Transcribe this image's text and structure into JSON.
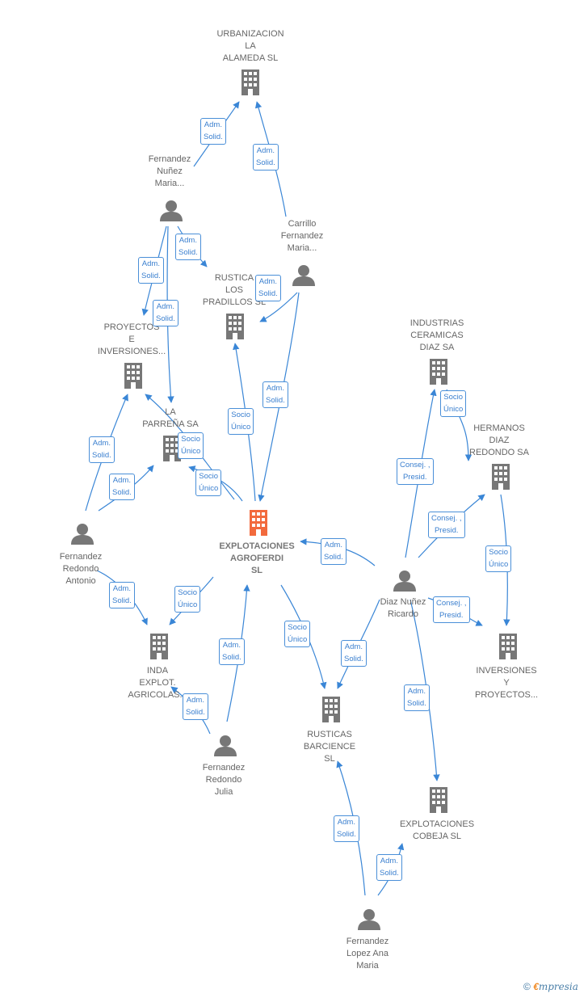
{
  "colors": {
    "edge": "#3a86d6",
    "node": "#777777",
    "main_node": "#f26a3d"
  },
  "nodes": [
    {
      "id": "urbanizacion",
      "label": "URBANIZACION\nLA\nALAMEDA SL",
      "type": "company"
    },
    {
      "id": "fnm",
      "label": "Fernandez\nNuñez\nMaria...",
      "type": "person"
    },
    {
      "id": "carrillo",
      "label": "Carrillo\nFernandez\nMaria...",
      "type": "person"
    },
    {
      "id": "rustica_pradillos",
      "label": "RUSTICA\nLOS\nPRADILLOS SL",
      "type": "company"
    },
    {
      "id": "proyectos_inv",
      "label": "PROYECTOS\nE\nINVERSIONES...",
      "type": "company"
    },
    {
      "id": "la_parrena",
      "label": "LA\nPARREÑA SA",
      "type": "company"
    },
    {
      "id": "industrias",
      "label": "INDUSTRIAS\nCERAMICAS\nDIAZ SA",
      "type": "company"
    },
    {
      "id": "hermanos",
      "label": "HERMANOS\nDIAZ\nREDONDO SA",
      "type": "company"
    },
    {
      "id": "main",
      "label": "EXPLOTACIONES\nAGROFERDI\nSL",
      "type": "company_main"
    },
    {
      "id": "fra",
      "label": "Fernandez\nRedondo\nAntonio",
      "type": "person"
    },
    {
      "id": "diaz_nunez",
      "label": "Diaz Nuñez\nRicardo",
      "type": "person"
    },
    {
      "id": "inda",
      "label": "INDA\nEXPLOT.\nAGRICOLAS...",
      "type": "company"
    },
    {
      "id": "inv_proy",
      "label": "INVERSIONES\nY\nPROYECTOS...",
      "type": "company"
    },
    {
      "id": "rusticas_barcience",
      "label": "RUSTICAS\nBARCIENCE\nSL",
      "type": "company"
    },
    {
      "id": "frj",
      "label": "Fernandez\nRedondo\nJulia",
      "type": "person"
    },
    {
      "id": "cobeja",
      "label": "EXPLOTACIONES\nCOBEJA SL",
      "type": "company"
    },
    {
      "id": "flam",
      "label": "Fernandez\nLopez Ana\nMaria",
      "type": "person"
    }
  ],
  "edges": [
    {
      "from": "fnm",
      "to": "urbanizacion",
      "label": "Adm.\nSolid."
    },
    {
      "from": "carrillo",
      "to": "urbanizacion",
      "label": "Adm.\nSolid."
    },
    {
      "from": "fnm",
      "to": "rustica_pradillos",
      "label": "Adm.\nSolid."
    },
    {
      "from": "fnm",
      "to": "proyectos_inv",
      "label": "Adm.\nSolid."
    },
    {
      "from": "fnm",
      "to": "la_parrena",
      "label": "Adm.\nSolid."
    },
    {
      "from": "carrillo",
      "to": "rustica_pradillos",
      "label": "Adm.\nSolid."
    },
    {
      "from": "carrillo",
      "to": "main",
      "label": "Adm.\nSolid."
    },
    {
      "from": "main",
      "to": "rustica_pradillos",
      "label": "Socio\nÚnico"
    },
    {
      "from": "main",
      "to": "la_parrena",
      "label": "Socio\nÚnico"
    },
    {
      "from": "main",
      "to": "proyectos_inv",
      "label": "Socio\nÚnico"
    },
    {
      "from": "fra",
      "to": "proyectos_inv",
      "label": "Adm.\nSolid."
    },
    {
      "from": "fra",
      "to": "la_parrena",
      "label": "Adm.\nSolid."
    },
    {
      "from": "fra",
      "to": "inda",
      "label": "Adm.\nSolid."
    },
    {
      "from": "main",
      "to": "inda",
      "label": "Socio\nÚnico"
    },
    {
      "from": "frj",
      "to": "main",
      "label": "Adm.\nSolid."
    },
    {
      "from": "frj",
      "to": "inda",
      "label": "Adm.\nSolid."
    },
    {
      "from": "main",
      "to": "rusticas_barcience",
      "label": "Socio\nÚnico"
    },
    {
      "from": "diaz_nunez",
      "to": "main",
      "label": "Adm.\nSolid."
    },
    {
      "from": "diaz_nunez",
      "to": "industrias",
      "label": "Consej. ,\nPresid."
    },
    {
      "from": "diaz_nunez",
      "to": "hermanos",
      "label": "Consej. ,\nPresid."
    },
    {
      "from": "diaz_nunez",
      "to": "inv_proy",
      "label": "Consej. ,\nPresid."
    },
    {
      "from": "diaz_nunez",
      "to": "rusticas_barcience",
      "label": "Adm.\nSolid."
    },
    {
      "from": "diaz_nunez",
      "to": "cobeja",
      "label": "Adm.\nSolid."
    },
    {
      "from": "industrias",
      "to": "hermanos",
      "label": "Socio\nÚnico"
    },
    {
      "from": "hermanos",
      "to": "inv_proy",
      "label": "Socio\nÚnico"
    },
    {
      "from": "flam",
      "to": "rusticas_barcience",
      "label": "Adm.\nSolid."
    },
    {
      "from": "flam",
      "to": "cobeja",
      "label": "Adm.\nSolid."
    }
  ],
  "footer": {
    "copyright": "©",
    "brand_first": "€",
    "brand_rest": "mpresia"
  }
}
